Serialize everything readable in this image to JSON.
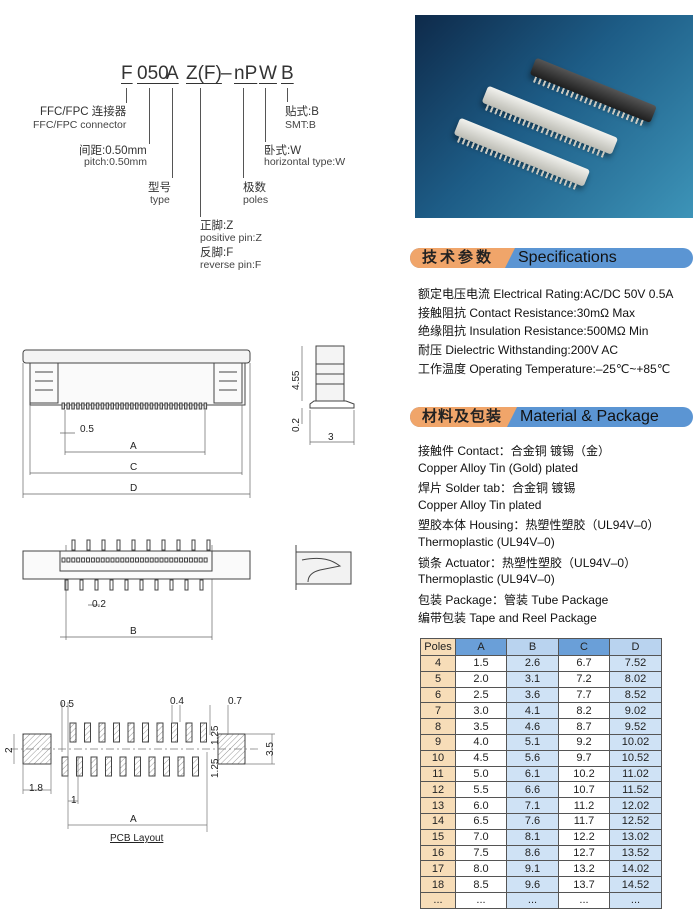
{
  "part_number": {
    "segments": [
      "F",
      "050",
      "A",
      "Z(F)",
      "–",
      "nP",
      "W",
      "B"
    ],
    "labels": {
      "series_cn": "FFC/FPC 连接器",
      "series_en": "FFC/FPC connector",
      "pitch_cn": "间距:0.50mm",
      "pitch_en": "pitch:0.50mm",
      "type_cn": "型号",
      "type_en": "type",
      "pin_cn1": "正脚:Z",
      "pin_en1": "positive pin:Z",
      "pin_cn2": "反脚:F",
      "pin_en2": "reverse pin:F",
      "poles_cn": "极数",
      "poles_en": "poles",
      "orient_cn": "卧式:W",
      "orient_en": "horizontal type:W",
      "mount_cn": "贴式:B",
      "mount_en": "SMT:B"
    }
  },
  "specifications": {
    "title_cn": "技术参数",
    "title_en": "Specifications",
    "lines": [
      "额定电压电流 Electrical Rating:AC/DC 50V 0.5A",
      "接触阻抗 Contact Resistance:30mΩ Max",
      "绝缘阻抗 Insulation Resistance:500MΩ Min",
      "耐压 Dielectric Withstanding:200V AC",
      "工作温度 Operating Temperature:–25℃~+85℃"
    ]
  },
  "material": {
    "title_cn": "材料及包装",
    "title_en": "Material & Package",
    "lines": [
      "接触件 Contact：合金铜 镀锡（金）",
      "Copper Alloy Tin (Gold) plated",
      "焊片 Solder tab：合金铜 镀锡",
      "Copper Alloy Tin plated",
      "塑胶本体 Housing：热塑性塑胶（UL94V–0）",
      "Thermoplastic (UL94V–0)",
      "锁条 Actuator：热塑性塑胶（UL94V–0）",
      "Thermoplastic (UL94V–0)",
      "包装 Package：管装 Tube Package",
      "编带包装 Tape and Reel Package"
    ]
  },
  "dimension_table": {
    "headers": [
      "Poles",
      "A",
      "B",
      "C",
      "D"
    ],
    "rows": [
      [
        "4",
        "1.5",
        "2.6",
        "6.7",
        "7.52"
      ],
      [
        "5",
        "2.0",
        "3.1",
        "7.2",
        "8.02"
      ],
      [
        "6",
        "2.5",
        "3.6",
        "7.7",
        "8.52"
      ],
      [
        "7",
        "3.0",
        "4.1",
        "8.2",
        "9.02"
      ],
      [
        "8",
        "3.5",
        "4.6",
        "8.7",
        "9.52"
      ],
      [
        "9",
        "4.0",
        "5.1",
        "9.2",
        "10.02"
      ],
      [
        "10",
        "4.5",
        "5.6",
        "9.7",
        "10.52"
      ],
      [
        "11",
        "5.0",
        "6.1",
        "10.2",
        "11.02"
      ],
      [
        "12",
        "5.5",
        "6.6",
        "10.7",
        "11.52"
      ],
      [
        "13",
        "6.0",
        "7.1",
        "11.2",
        "12.02"
      ],
      [
        "14",
        "6.5",
        "7.6",
        "11.7",
        "12.52"
      ],
      [
        "15",
        "7.0",
        "8.1",
        "12.2",
        "13.02"
      ],
      [
        "16",
        "7.5",
        "8.6",
        "12.7",
        "13.52"
      ],
      [
        "17",
        "8.0",
        "9.1",
        "13.2",
        "14.02"
      ],
      [
        "18",
        "8.5",
        "9.6",
        "13.7",
        "14.52"
      ],
      [
        "...",
        "...",
        "...",
        "...",
        "..."
      ]
    ]
  },
  "drawing": {
    "front": {
      "pitch": "0.5",
      "a": "A",
      "c": "C",
      "d": "D"
    },
    "side": {
      "height": "4.55",
      "standoff": "0.2",
      "depth": "3"
    },
    "bottom": {
      "pin_width": "0.2",
      "b": "B"
    },
    "pcb": {
      "pitch": "0.5",
      "pad_width": "0.4",
      "tab_gap": "0.7",
      "row_offset_top": "1.25",
      "row_offset_bottom": "1.25",
      "tab_height": "2",
      "span": "3.5",
      "tab_width": "1.8",
      "stagger": "1",
      "a": "A",
      "title": "PCB Layout"
    }
  },
  "colors": {
    "orange": "#f0a56a",
    "blue": "#5b95d3",
    "poles_col": "#f7ddb8",
    "light_blue": "#cfe2f5"
  }
}
